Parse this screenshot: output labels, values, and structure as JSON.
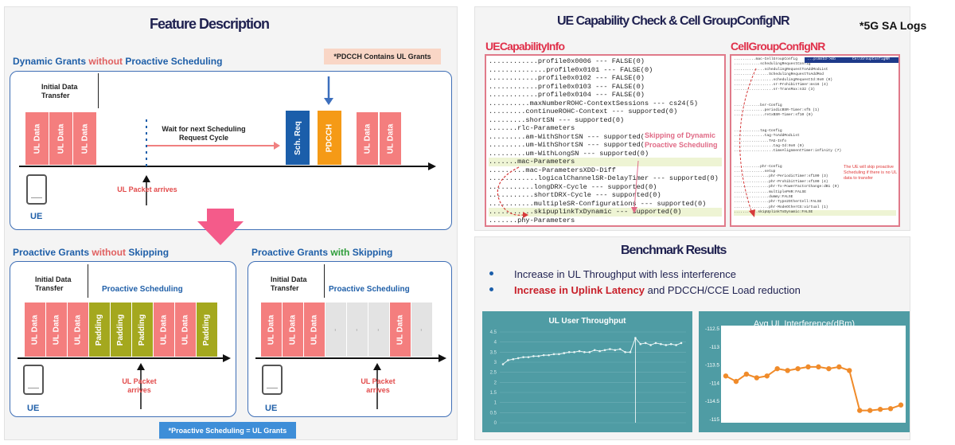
{
  "left": {
    "title": "Feature Description",
    "note_pdcch": "*PDCCH Contains UL Grants",
    "section1": {
      "head_a": "Dynamic Grants ",
      "head_b": "without",
      "head_c": " Proactive Scheduling"
    },
    "section2": {
      "head_a": "Proactive Grants ",
      "head_b": "without",
      "head_c": " Skipping"
    },
    "section3": {
      "head_a": "Proactive Grants ",
      "head_b": "with",
      "head_c": " Skipping"
    },
    "initial_data_transfer": "Initial Data Transfer",
    "proactive_scheduling": "Proactive Scheduling",
    "wait_label": "Wait for next Scheduling Request Cycle",
    "ul_packet_arrives": "UL Packet arrives",
    "ul_packet_arrives_b1": "UL Packet",
    "ul_packet_arrives_b2": "arrives",
    "ul_data": "UL Data",
    "padding": "Padding",
    "sch_req": "Sch. Req",
    "pdcch": "PDCCH",
    "empty": "-",
    "ue": "UE",
    "footnote": "*Proactive Scheduling = UL Grants"
  },
  "right": {
    "title": "UE Capability Check & Cell GroupConfigNR",
    "tag": "*5G SA Logs",
    "ue_cap_head": "UECapabilityInfo",
    "cell_group_head": "CellGroupConfigNR",
    "skip_note": "Skipping of Dynamic Proactive Scheduling",
    "ue_note": "The UE will skip proactive Scheduling if there is no UL data to transfer",
    "ue_cap_lines": [
      "............profile0x0006 --- FALSE(0)",
      "..............profile0x0101 --- FALSE(0)",
      "............profile0x0102 --- FALSE(0)",
      "............profile0x0103 --- FALSE(0)",
      "............profile0x0104 --- FALSE(0)",
      "..........maxNumberROHC-ContextSessions --- cs24(5)",
      ".........continueROHC-Context --- supported(0)",
      ".........shortSN --- supported(0)",
      ".......rlc-Parameters",
      ".........am-WithShortSN --- supported(0)",
      ".........um-WithShortSN --- supported(0)",
      ".........um-WithLongSN --- supported(0)",
      ".......mac-Parameters",
      ".........mac-ParametersXDD-Diff",
      "............logicalChannelSR-DelayTimer --- supported(0)",
      "...........longDRX-Cycle --- supported(0)",
      "...........shortDRX-Cycle --- supported(0)",
      "...........multipleSR-Configurations --- supported(0)",
      "...........skipuplinkTxDynamic --- supported(0)",
      ".......phy-Parameters"
    ],
    "cell_lines": [
      "..........mac-CellGroupConfig",
      "............schedulingRequestConfig",
      "..............schedulingRequestToAddModList",
      "................SchedulingRequestToAddMod",
      "..................schedulingRequestId:0x0 (0)",
      "..................sr-ProhibitTimer:ms16 (4)",
      "..................sr-TransMax:n32 (3)",
      "",
      "",
      "............bsr-Config",
      "..............periodicBSR-Timer:sf5 (1)",
      "..............retxBSR-Timer:sf10 (0)",
      "",
      "",
      "............tag-Config",
      "..............tag-ToAddModList",
      "................TAG-Info",
      "..................tag-Id:0x0 (0)",
      "..................timeAlignmentTimer:infinity (7)",
      "",
      "",
      "............phr-Config",
      "..............setup",
      "................phr-PeriodicTimer:sf100 (3)",
      "................phr-ProhibitTimer:sf100 (4)",
      "................phr-Tx-PowerFactorChange:dB1 (0)",
      "................multiplePHR:FALSE",
      "................dummy:FALSE",
      "................phr-Type2OtherCell:FALSE",
      "................phr-ModeOtherCG:virtual (1)",
      "...........skipUplinkTxDynamic:FALSE"
    ],
    "cell_header_mid": "...plmnId->mb",
    "cell_header_right": "CellGroupConfigNR",
    "benchmark_title": "Benchmark Results",
    "bullet1": "Increase in UL Throughput with less interference",
    "bullet2_red": "Increase in Uplink Latency",
    "bullet2_rest": " and PDCCH/CCE Load reduction"
  },
  "chart_data": [
    {
      "type": "line",
      "title": "UL User Throughput",
      "xlabel": "",
      "ylabel": "",
      "ylim": [
        0,
        4.5
      ],
      "yticks": [
        "4.5",
        "4",
        "3.5",
        "3",
        "2.5",
        "2",
        "1.5",
        "1",
        "0.5",
        "0"
      ],
      "series": [
        {
          "values": [
            2.9,
            3.1,
            3.15,
            3.2,
            3.25,
            3.25,
            3.3,
            3.3,
            3.35,
            3.35,
            3.4,
            3.4,
            3.45,
            3.5,
            3.5,
            3.55,
            3.5,
            3.5,
            3.6,
            3.55,
            3.6,
            3.65,
            3.6,
            3.65,
            3.5,
            3.5,
            4.2,
            3.9,
            3.95,
            3.85,
            3.95,
            3.9,
            3.85,
            3.9,
            3.85,
            3.95
          ]
        }
      ],
      "colors": {
        "background": "#4f9ca4",
        "line": "#e8f4f4"
      }
    },
    {
      "type": "line",
      "title": "Avg UL Interference(dBm)",
      "xlabel": "",
      "ylabel": "",
      "ylim": [
        -115,
        -112.5
      ],
      "yticks": [
        "-112.5",
        "-113",
        "-113.5",
        "-114",
        "-114.5",
        "-115"
      ],
      "series": [
        {
          "values": [
            -113.8,
            -113.95,
            -113.75,
            -113.85,
            -113.8,
            -113.6,
            -113.65,
            -113.6,
            -113.55,
            -113.55,
            -113.6,
            -113.55,
            -113.65,
            -114.75,
            -114.75,
            -114.72,
            -114.7,
            -114.6
          ]
        }
      ],
      "colors": {
        "background": "#4f9ca4",
        "line": "#f08b2a"
      }
    }
  ]
}
